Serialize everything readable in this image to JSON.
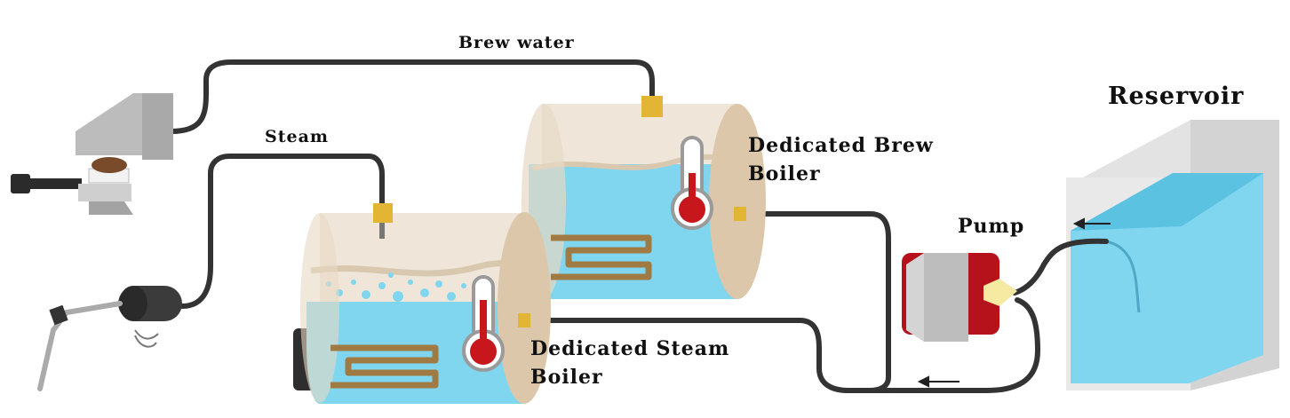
{
  "labels": {
    "brew_water": "Brew water",
    "steam": "Steam",
    "reservoir": "Reservoir",
    "pump": "Pump",
    "brew_boiler_line1": "Dedicated Brew",
    "brew_boiler_line2": "Boiler",
    "steam_boiler_line1": "Dedicated Steam",
    "steam_boiler_line2": "Boiler"
  },
  "colors": {
    "pipe": "#333333",
    "water": "#7fd6ee",
    "water_dark": "#5cc2e2",
    "boiler_shell": "#e9dccb",
    "boiler_rim": "#d7c2a6",
    "heater_coil": "#a07a43",
    "thermometer_red": "#c8161d",
    "fitting_brass": "#e2b534",
    "pump_red": "#b5121b",
    "pump_gray": "#bdbdbd",
    "group_gray": "#bcbcbc",
    "coffee": "#7a4b2a",
    "reservoir_wall": "#dcdcdc"
  },
  "icons": [
    "group-head-icon",
    "portafilter-icon",
    "steam-wand-icon",
    "thermometer-icon",
    "heater-coil-icon",
    "pump-icon",
    "flow-arrow-icon"
  ]
}
